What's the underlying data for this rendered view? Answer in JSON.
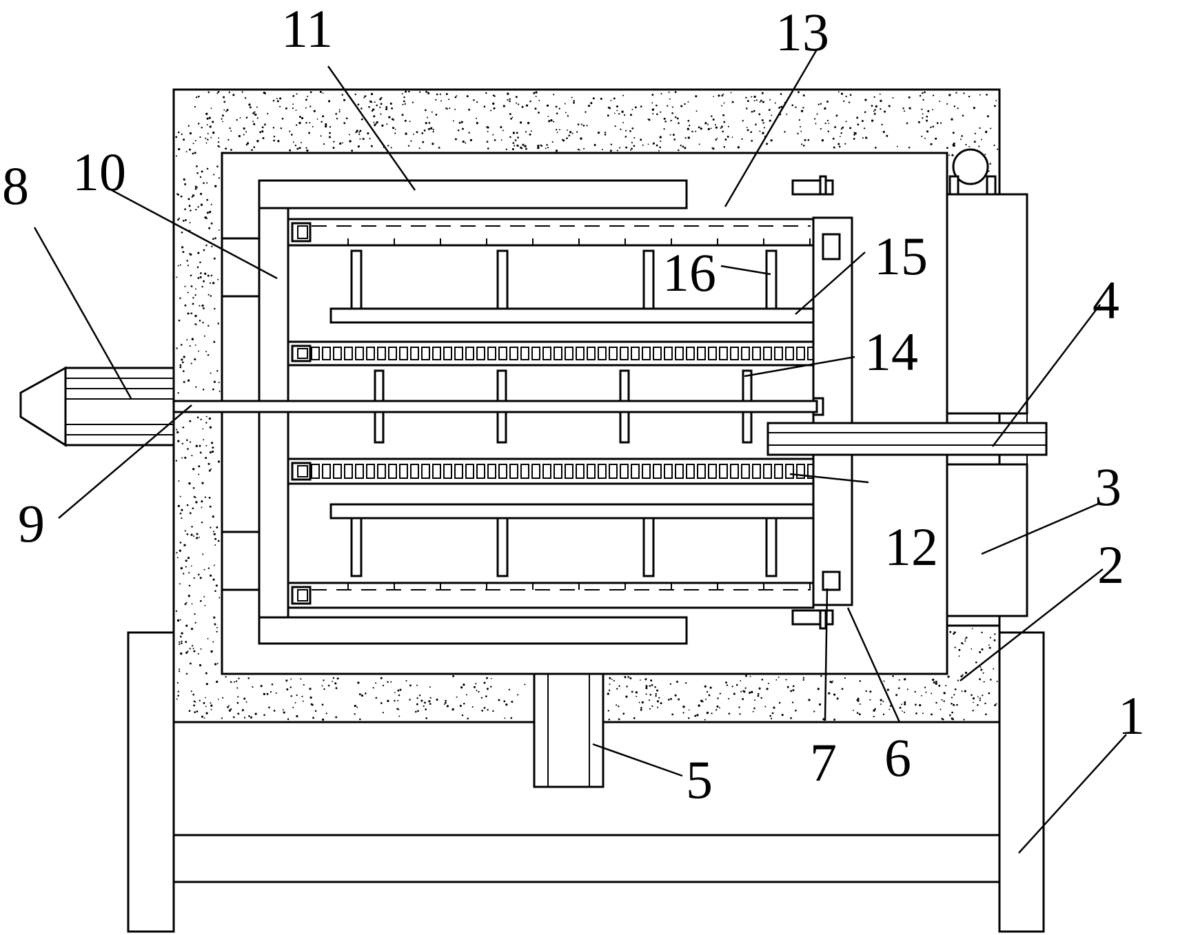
{
  "figure": {
    "background_color": "#ffffff",
    "line_color": "#000000",
    "labels": {
      "l1": "1",
      "l2": "2",
      "l3": "3",
      "l4": "4",
      "l5": "5",
      "l6": "6",
      "l7": "7",
      "l8": "8",
      "l9": "9",
      "l10": "10",
      "l11": "11",
      "l12": "12",
      "l13": "13",
      "l14": "14",
      "l15": "15",
      "l16": "16"
    }
  }
}
